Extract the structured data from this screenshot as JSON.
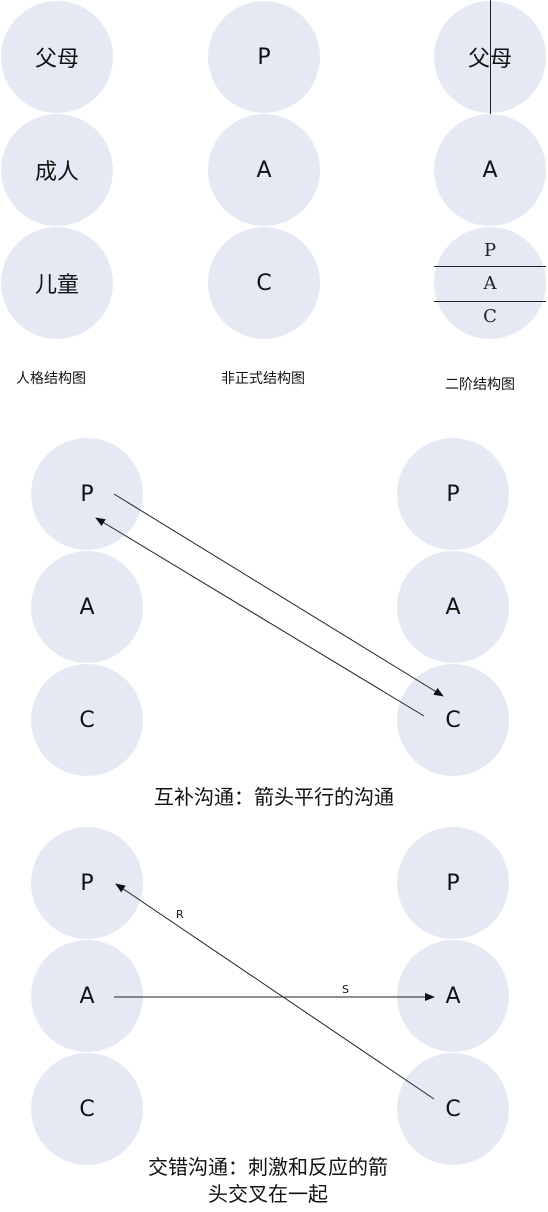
{
  "structure_diagrams": {
    "personality": {
      "parent": "父母",
      "adult": "成人",
      "child": "儿童",
      "caption": "人格结构图"
    },
    "informal": {
      "parent": "P",
      "adult": "A",
      "child": "C",
      "caption": "非正式结构图"
    },
    "second_order": {
      "parent": "父母",
      "adult": "A",
      "child_parts": [
        "P",
        "A",
        "C"
      ],
      "caption": "二阶结构图"
    }
  },
  "complementary": {
    "left": {
      "p": "P",
      "a": "A",
      "c": "C"
    },
    "right": {
      "p": "P",
      "a": "A",
      "c": "C"
    },
    "caption": "互补沟通：箭头平行的沟通"
  },
  "crossed": {
    "left": {
      "p": "P",
      "a": "A",
      "c": "C"
    },
    "right": {
      "p": "P",
      "a": "A",
      "c": "C"
    },
    "label_r": "R",
    "label_s": "S",
    "caption_line1": "交错沟通：刺激和反应的箭",
    "caption_line2": "头交叉在一起"
  },
  "colors": {
    "circle": "#e4e9f4",
    "line": "#222222",
    "text": "#111111"
  }
}
